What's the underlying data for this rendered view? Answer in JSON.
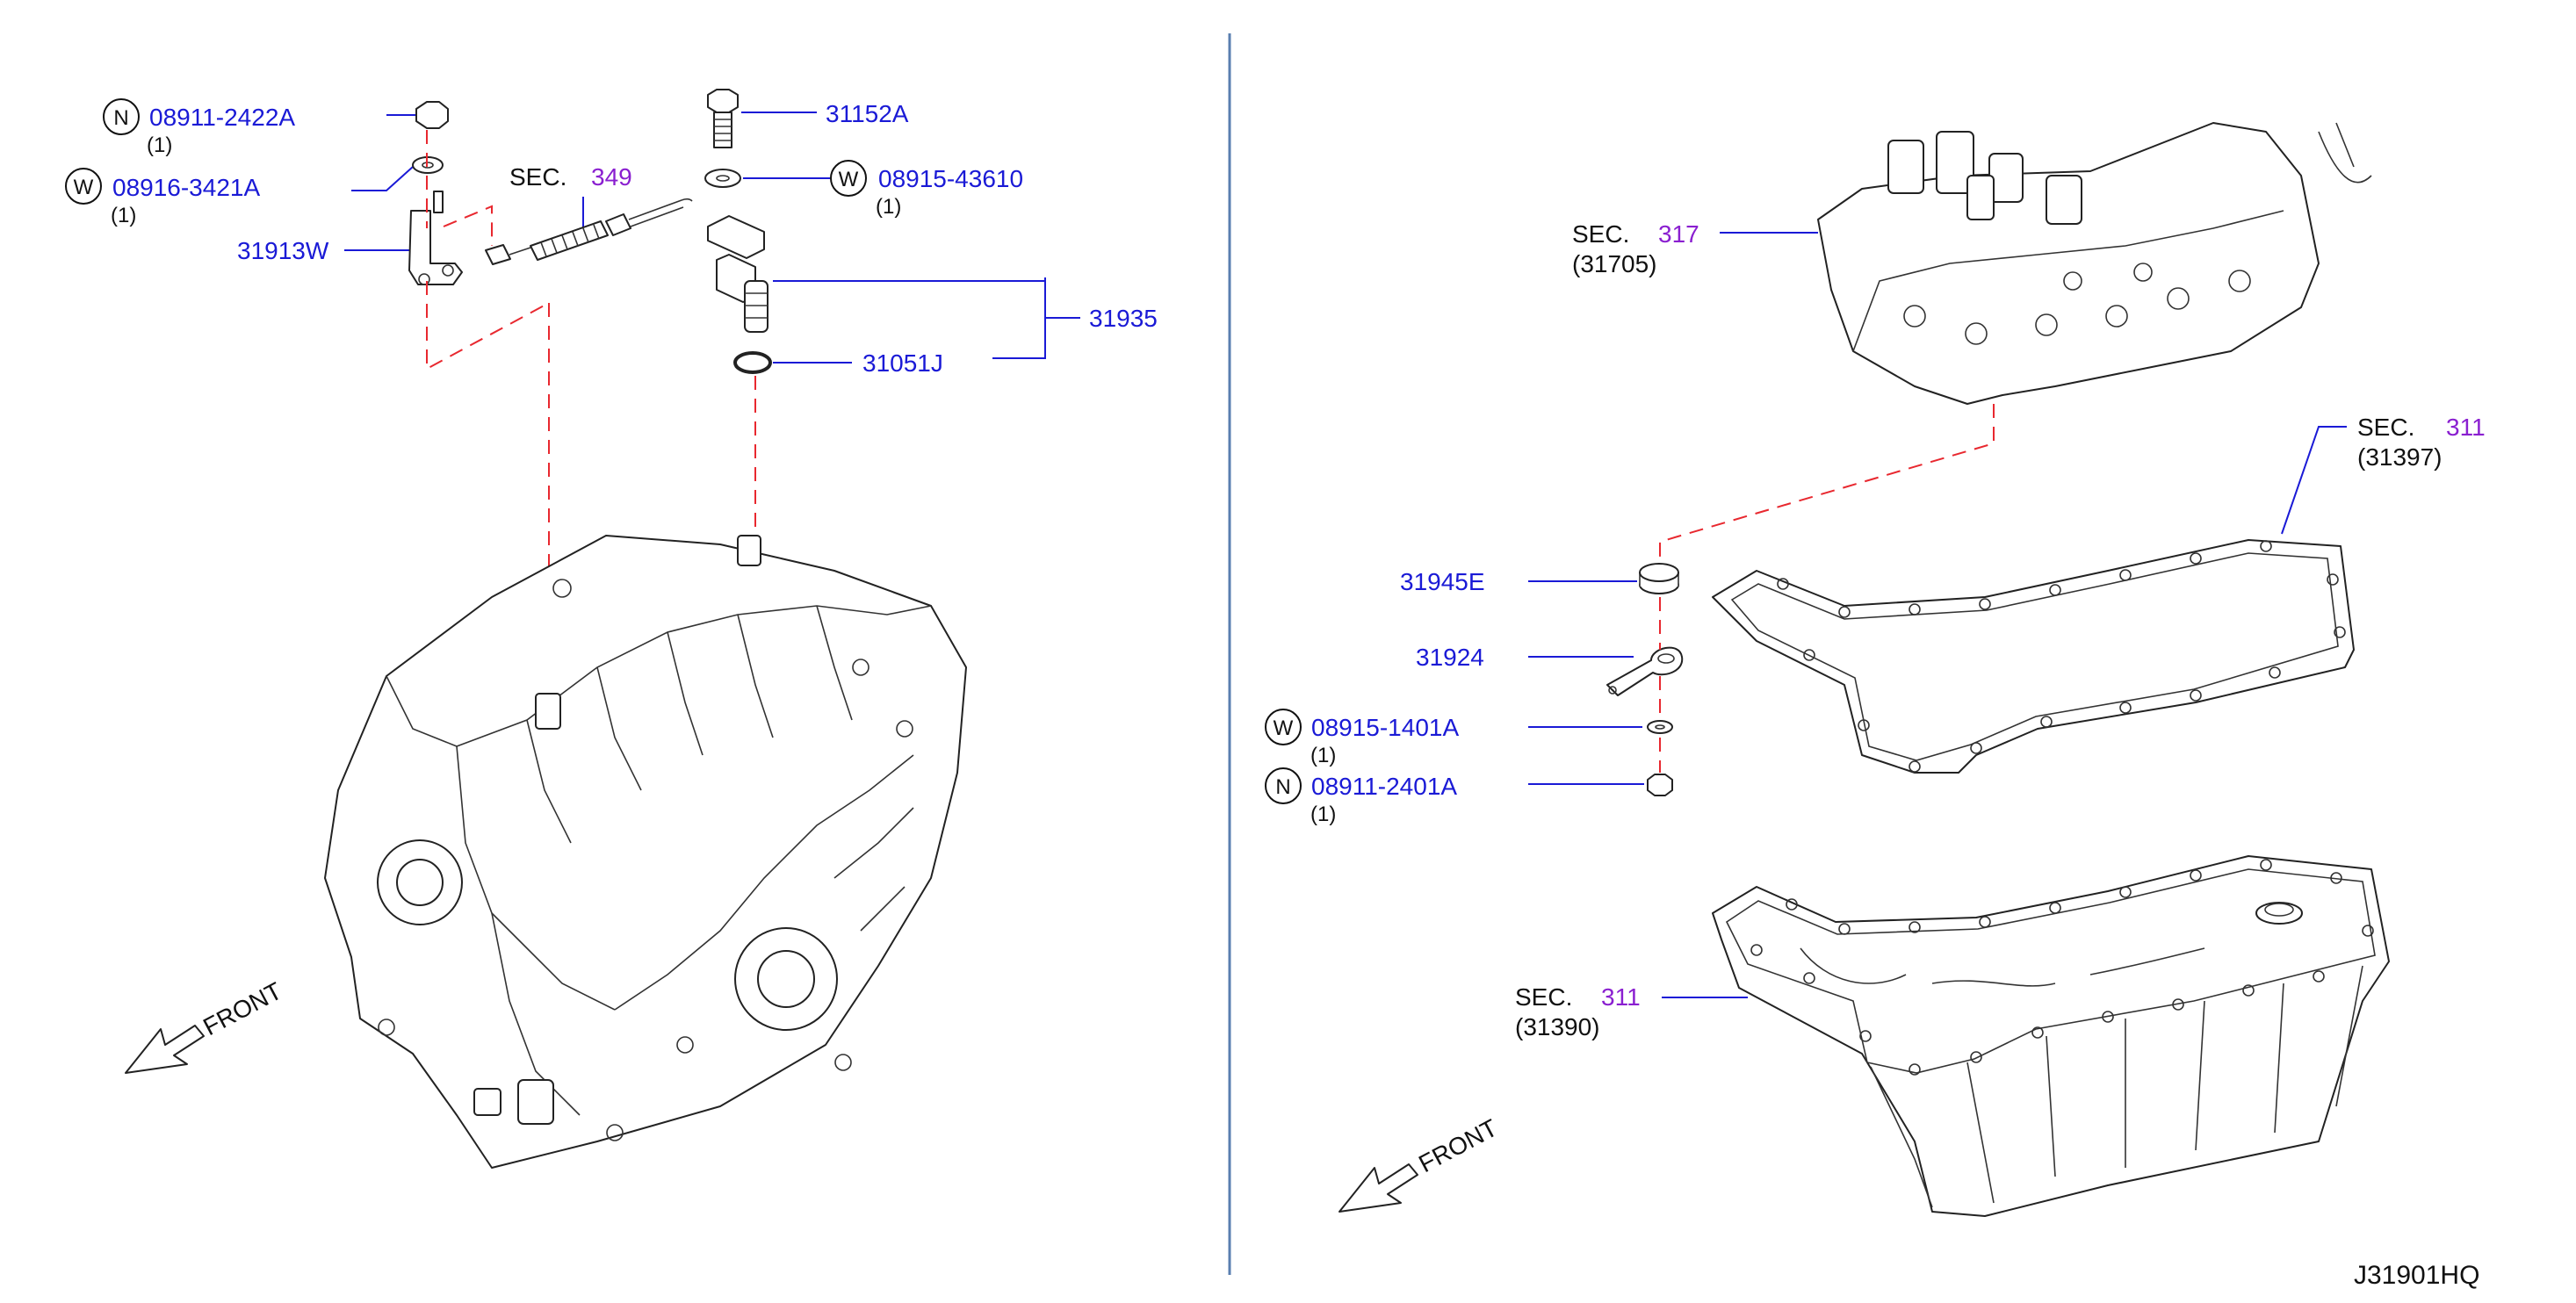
{
  "diagram": {
    "code": "J31901HQ",
    "front_label": "FRONT",
    "sec_word": "SEC.",
    "left": {
      "nut": {
        "prefix": "N",
        "part": "08911-2422A",
        "qty": "(1)"
      },
      "washer": {
        "prefix": "W",
        "part": "08916-3421A",
        "qty": "(1)"
      },
      "bracket": {
        "part": "31913W"
      },
      "sec_cable": {
        "sec": "349"
      },
      "bolt": {
        "part": "31152A"
      },
      "washer2": {
        "prefix": "W",
        "part": "08915-43610",
        "qty": "(1)"
      },
      "sensor": {
        "part": "31935"
      },
      "oring": {
        "part": "31051J"
      }
    },
    "right": {
      "valve_body": {
        "sec": "317",
        "ref": "(31705)"
      },
      "gasket": {
        "sec": "311",
        "ref": "(31397)"
      },
      "magnet": {
        "part": "31945E"
      },
      "clip": {
        "part": "31924"
      },
      "washer": {
        "prefix": "W",
        "part": "08915-1401A",
        "qty": "(1)"
      },
      "nut": {
        "prefix": "N",
        "part": "08911-2401A",
        "qty": "(1)"
      },
      "oil_pan": {
        "sec": "311",
        "ref": "(31390)"
      }
    }
  }
}
